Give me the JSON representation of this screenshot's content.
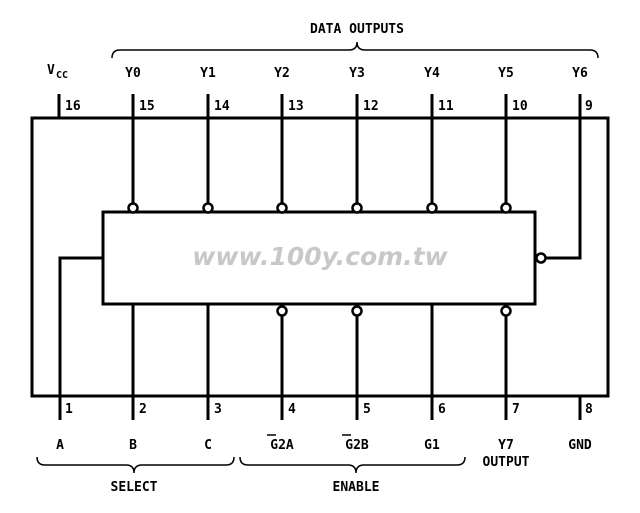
{
  "group_labels": {
    "data_outputs": "DATA OUTPUTS",
    "select": "SELECT",
    "enable": "ENABLE",
    "output": "OUTPUT"
  },
  "watermark": "www.100y.com.tw",
  "pins": [
    {
      "num": "16",
      "name": "V",
      "sub": "CC"
    },
    {
      "num": "15",
      "name": "Y0"
    },
    {
      "num": "14",
      "name": "Y1"
    },
    {
      "num": "13",
      "name": "Y2"
    },
    {
      "num": "12",
      "name": "Y3"
    },
    {
      "num": "11",
      "name": "Y4"
    },
    {
      "num": "10",
      "name": "Y5"
    },
    {
      "num": "9",
      "name": "Y6"
    },
    {
      "num": "1",
      "name": "A"
    },
    {
      "num": "2",
      "name": "B"
    },
    {
      "num": "3",
      "name": "C"
    },
    {
      "num": "4",
      "name": "G2A"
    },
    {
      "num": "5",
      "name": "G2B"
    },
    {
      "num": "6",
      "name": "G1"
    },
    {
      "num": "7",
      "name": "Y7"
    },
    {
      "num": "8",
      "name": "GND"
    }
  ]
}
